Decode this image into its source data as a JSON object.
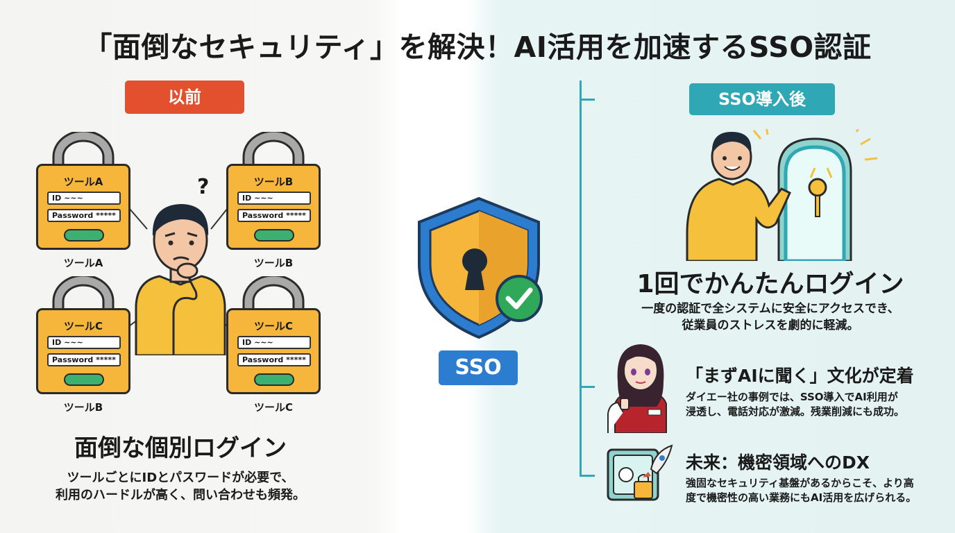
{
  "title": "「面倒なセキュリティ」を解決！AI活用を加速するSSO認証",
  "before": {
    "badge": "以前",
    "locks": [
      {
        "title": "ツールA",
        "id_label": "ID",
        "id_value": "~~~",
        "password_label": "Password",
        "password_value": "*****",
        "caption": "ツールA"
      },
      {
        "title": "ツールB",
        "id_label": "ID",
        "id_value": "~~~",
        "password_label": "Password",
        "password_value": "*****",
        "caption": "ツールB"
      },
      {
        "title": "ツールC",
        "id_label": "ID",
        "id_value": "~~~",
        "password_label": "Password",
        "password_value": "*****",
        "caption": "ツールB"
      },
      {
        "title": "ツールC",
        "id_label": "ID",
        "id_value": "~~~",
        "password_label": "Password",
        "password_value": "*****",
        "caption": "ツールC"
      }
    ],
    "question_mark": "?",
    "heading": "面倒な個別ログイン",
    "desc_line1": "ツールごとにIDとパスワードが必要で、",
    "desc_line2": "利用のハードルが高く、問い合わせも頻発。"
  },
  "center": {
    "badge": "SSO",
    "shield_color": "#f5b63b",
    "check_color": "#2fa85a"
  },
  "after": {
    "badge": "SSO導入後",
    "heading": "1回でかんたんログイン",
    "desc_line1": "一度の認証で全システムに安全にアクセスでき、",
    "desc_line2": "従業員のストレスを劇的に軽減。",
    "item1": {
      "heading": "「まずAIに聞く」文化が定着",
      "desc_line1": "ダイエー社の事例では、SSO導入でAI利用が",
      "desc_line2": "浸透し、電話対応が激減。残業削減にも成功。"
    },
    "item2": {
      "heading": "未来：機密領域へのDX",
      "desc_line1": "強固なセキュリティ基盤があるからこそ、より高",
      "desc_line2": "度で機密性の高い業務にもAI活用を広げられる。"
    }
  }
}
